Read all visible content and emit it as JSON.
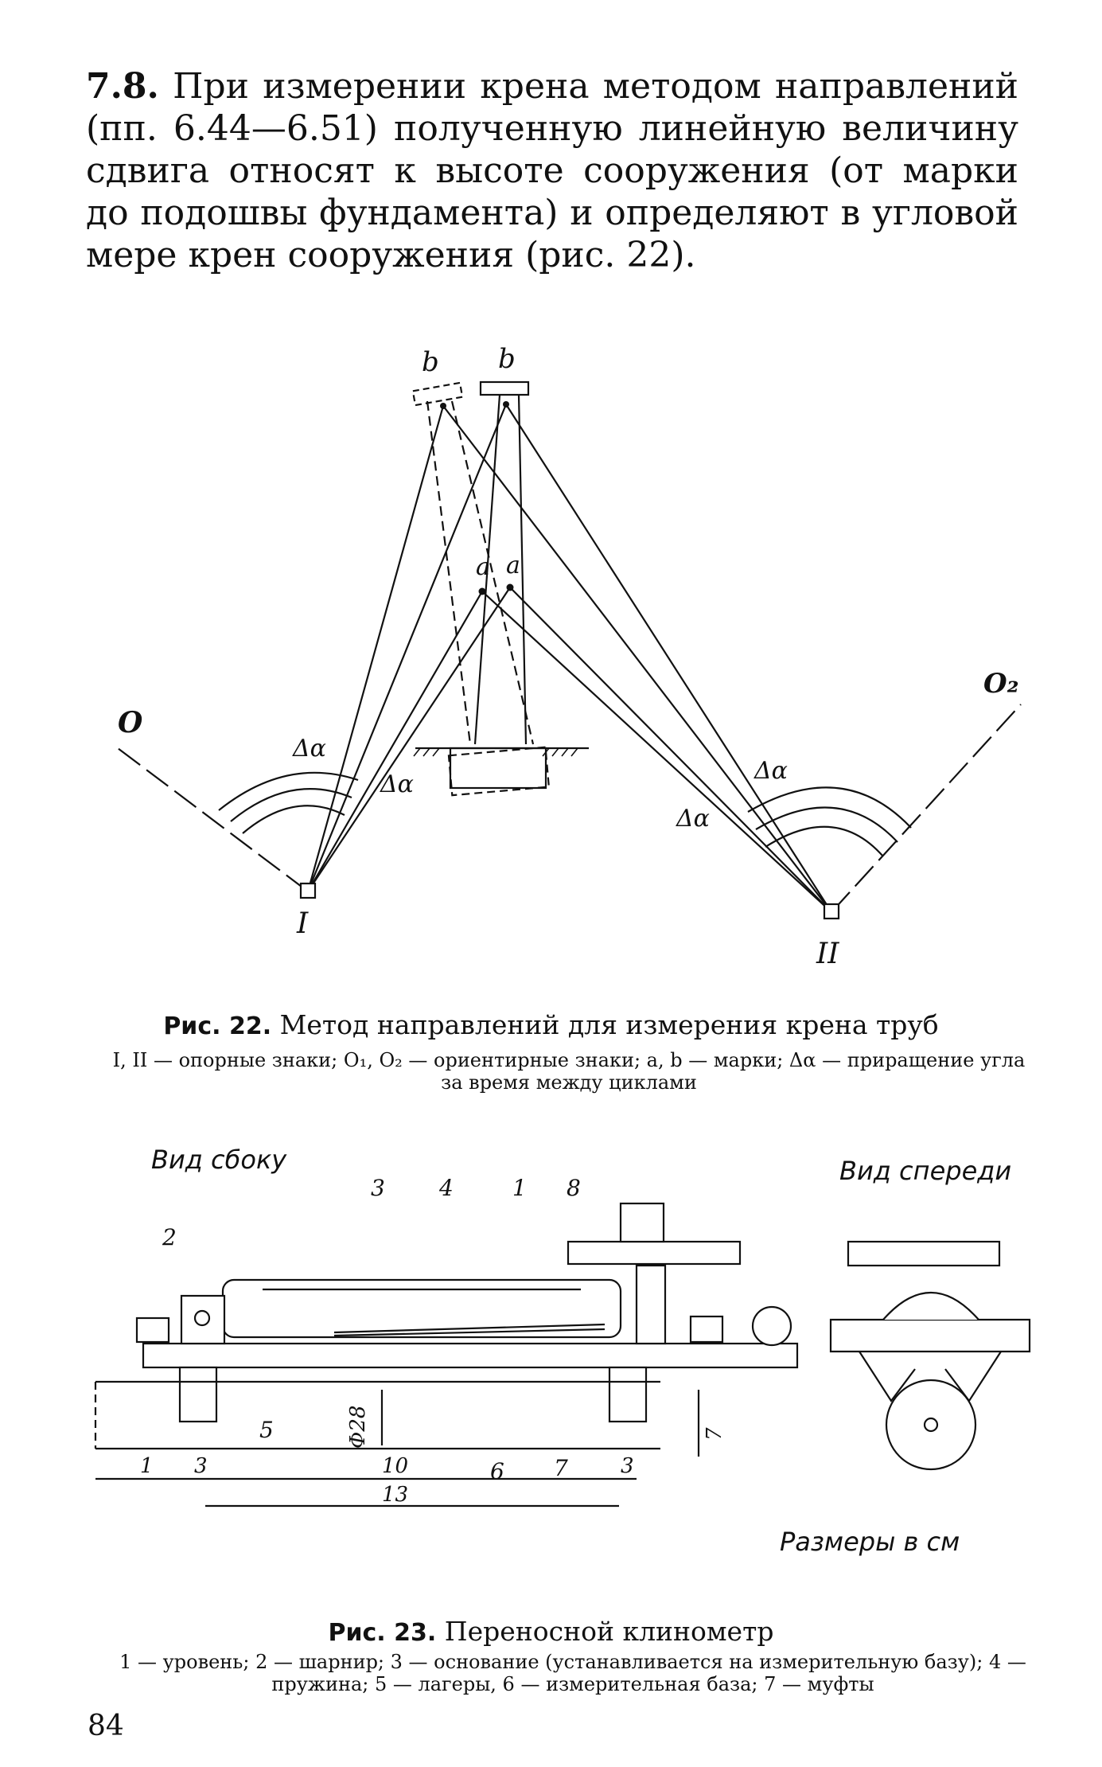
{
  "paragraph": {
    "number": "7.8.",
    "text": " При измерении крена методом направлений (пп. 6.44—6.51) полученную линейную величину сдвига относят к высоте сооружения (от марки до подошвы фундамента) и определяют в угловой мере крен сооружения (рис. 22)."
  },
  "figure22": {
    "caption_label": "Рис. 22.",
    "caption_title": " Метод направлений для измерения крена труб",
    "legend": "I, II — опорные знаки; O₁, O₂ — ориентирные знаки; a, b — марки; Δα — приращение угла за время между циклами",
    "labels": {
      "b_left": "b",
      "b_right": "b",
      "a_left": "a",
      "a_right": "a",
      "o1": "O",
      "o2": "O₂",
      "station_1": "I",
      "station_2": "II",
      "delta_top": "Δα",
      "delta_left": "Δα",
      "delta_right_top": "Δα",
      "delta_right_bottom": "Δα"
    }
  },
  "figure23": {
    "view_side": "Вид сбоку",
    "view_front": "Вид спереди",
    "parts": [
      "3",
      "4",
      "1",
      "8",
      "2",
      "5",
      "6",
      "7"
    ],
    "dims": {
      "diameter": "Φ28",
      "d1": "1",
      "d3": "3",
      "d10": "10",
      "d13": "13",
      "d3b": "3",
      "d7": "7"
    },
    "units_note": "Размеры в см",
    "caption_label": "Рис. 23.",
    "caption_title": " Переносной клинометр",
    "legend": "1 — уровень; 2 — шарнир; 3 — основание (устанавливается на измерительную базу); 4 — пружина; 5 — лагеры, 6 — измерительная база; 7 — муфты"
  },
  "page_number": "84"
}
